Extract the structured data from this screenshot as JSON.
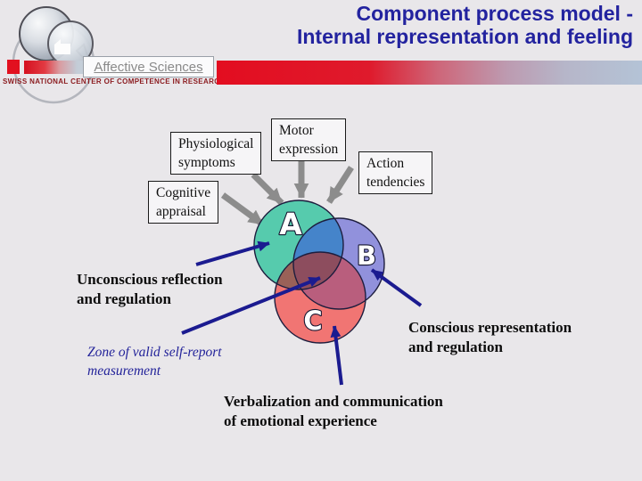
{
  "header": {
    "title_line1": "Component process model -",
    "title_line2": "Internal representation and feeling",
    "logo": {
      "brand": "Affective Sciences",
      "subtitle": "SWISS NATIONAL CENTER OF COMPETENCE IN RESEARCH"
    }
  },
  "diagram": {
    "component_boxes": [
      {
        "line1": "Physiological",
        "line2": "symptoms"
      },
      {
        "line1": "Motor",
        "line2": "expression"
      },
      {
        "line1": "Action",
        "line2": "tendencies"
      },
      {
        "line1": "Cognitive",
        "line2": "appraisal"
      }
    ],
    "venn": {
      "label_a": "A",
      "label_b": "B",
      "label_c": "C"
    },
    "annotations": {
      "unconscious": {
        "line1": "Unconscious reflection",
        "line2": "and regulation"
      },
      "conscious": {
        "line1": "Conscious representation",
        "line2": "and regulation"
      },
      "verbalization": {
        "line1": "Verbalization and communication",
        "line2": "of emotional experience"
      },
      "zone": {
        "line1": "Zone of valid self-report",
        "line2": "measurement"
      }
    }
  },
  "colors": {
    "background": "#e9e7ea",
    "title_text": "#23239f",
    "bar_red": "#e30d20",
    "bar_fade": "#b4c3d6",
    "subtitle_red": "#8b1b1f",
    "brand_gray": "#8a8a8a",
    "circle_a": "#56cbad",
    "circle_b": "#9191dc",
    "circle_c": "#f17573",
    "overlap_ab": "#4584ca",
    "overlap_ac": "#9a6158",
    "overlap_bc": "#b95e7d",
    "overlap_abc": "#8d4d5e",
    "venn_outline": "#1d1d3e",
    "letter_fill": "#ffffff",
    "letter_outline": "#14142f",
    "arrow_blue": "#1b1b90",
    "arrow_gray": "#8c8c8c"
  }
}
